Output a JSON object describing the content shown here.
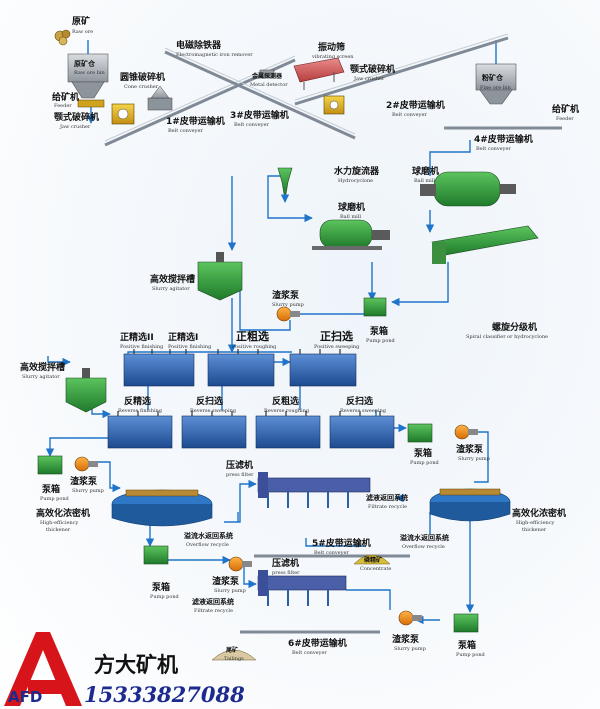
{
  "labels": {
    "raw_ore": {
      "zh": "原矿",
      "en": "Raw ore"
    },
    "raw_ore_bin": {
      "zh": "原矿仓",
      "en": "Raw ore bin"
    },
    "feeder_1": {
      "zh": "给矿机",
      "en": "Feeder"
    },
    "jaw_crusher_1": {
      "zh": "颚式破碎机",
      "en": "Jaw crusher"
    },
    "cone_crusher": {
      "zh": "圆锥破碎机",
      "en": "Cone crusher"
    },
    "iron_remover": {
      "zh": "电磁除铁器",
      "en": "Electromagnetic iron remover"
    },
    "metal_detector": {
      "zh": "金属探测器",
      "en": "Metal detector"
    },
    "vibrating_screen": {
      "zh": "振动筛",
      "en": "vibrating screen"
    },
    "jaw_crusher_2": {
      "zh": "颚式破碎机",
      "en": "Jaw crusher"
    },
    "belt_1": {
      "zh": "1#皮带运输机",
      "en": "Belt conveyer"
    },
    "belt_3": {
      "zh": "3#皮带运输机",
      "en": "Belt conveyer"
    },
    "belt_2": {
      "zh": "2#皮带运输机",
      "en": "Belt conveyer"
    },
    "fine_ore_bin": {
      "zh": "粉矿仓",
      "en": "Fine ore bin"
    },
    "feeder_2": {
      "zh": "给矿机",
      "en": "Feeder"
    },
    "belt_4": {
      "zh": "4#皮带运输机",
      "en": "Belt conveyer"
    },
    "hydrocyclone": {
      "zh": "水力旋流器",
      "en": "Hydrocyclone"
    },
    "ball_mill_1": {
      "zh": "球磨机",
      "en": "Ball mill"
    },
    "ball_mill_2": {
      "zh": "球磨机",
      "en": "Ball mill"
    },
    "slurry_agitator_1": {
      "zh": "高效搅拌槽",
      "en": "Slurry agitator"
    },
    "slurry_pump_1": {
      "zh": "渣浆泵",
      "en": "Slurry pump"
    },
    "pump_pond_1": {
      "zh": "泵箱",
      "en": "Pump pond"
    },
    "spiral_classifier": {
      "zh": "螺旋分级机",
      "en": "Spiral classifier or hydrocyclone"
    },
    "cleaning_2": {
      "zh": "正精选II",
      "en": "Positive finishing"
    },
    "cleaning_1": {
      "zh": "正精选I",
      "en": "Positive finishing"
    },
    "roughing": {
      "zh": "正粗选",
      "en": "Positive roughing"
    },
    "scavenging": {
      "zh": "正扫选",
      "en": "Positive sweeping"
    },
    "slurry_agitator_2": {
      "zh": "高效搅拌槽",
      "en": "Slurry agitator"
    },
    "rev_cleaning": {
      "zh": "反精选",
      "en": "Reverse finishing"
    },
    "rev_sweeping": {
      "zh": "反扫选",
      "en": "Reverse sweeping"
    },
    "rev_roughing": {
      "zh": "反粗选",
      "en": "Reverse roughing"
    },
    "rev_sweeping_2": {
      "zh": "反扫选",
      "en": "Reverse sweeping"
    },
    "pump_pond_2": {
      "zh": "泵箱",
      "en": "Pump pond"
    },
    "slurry_pump_2": {
      "zh": "渣浆泵",
      "en": "Slurry pump"
    },
    "pump_pond_3": {
      "zh": "泵箱",
      "en": "Pump pond"
    },
    "slurry_pump_3": {
      "zh": "渣浆泵",
      "en": "Slurry pump"
    },
    "press_filter_1": {
      "zh": "压滤机",
      "en": "press filter"
    },
    "filtrate_recycle_1": {
      "zh": "滤液返回系统",
      "en": "Filtrate recycle"
    },
    "thickener_1": {
      "zh": "高效化浓密机",
      "en": "High-efficiency thickener"
    },
    "thickener_2": {
      "zh": "高效化浓密机",
      "en": "High-efficiency thickener"
    },
    "overflow_recycle_1": {
      "zh": "溢流水返回系统",
      "en": "Overflow recycle"
    },
    "overflow_recycle_2": {
      "zh": "溢流水返回系统",
      "en": "Overflow recycle"
    },
    "belt_5": {
      "zh": "5#皮带运输机",
      "en": "Belt conveyer"
    },
    "concentrate": {
      "zh": "磷精矿",
      "en": "Concentrate"
    },
    "pump_pond_4": {
      "zh": "泵箱",
      "en": "Pump pond"
    },
    "slurry_pump_4": {
      "zh": "渣浆泵",
      "en": "Slurry pump"
    },
    "press_filter_2": {
      "zh": "压滤机",
      "en": "press filter"
    },
    "filtrate_recycle_2": {
      "zh": "滤液返回系统",
      "en": "Filtrate recycle"
    },
    "tailings": {
      "zh": "尾矿",
      "en": "Tailings"
    },
    "belt_6": {
      "zh": "6#皮带运输机",
      "en": "Belt conveyer"
    },
    "slurry_pump_5": {
      "zh": "渣浆泵",
      "en": "Slurry pump"
    },
    "pump_pond_5": {
      "zh": "泵箱",
      "en": "Pump pond"
    }
  },
  "brand": {
    "logo_text": "AFD",
    "company": "方大矿机",
    "phone": "15333827088"
  },
  "colors": {
    "pipe": "#1f74c9",
    "machine_blue": "#2b5fa8",
    "machine_green": "#2f9a3a",
    "logo_red": "#d8141b"
  }
}
